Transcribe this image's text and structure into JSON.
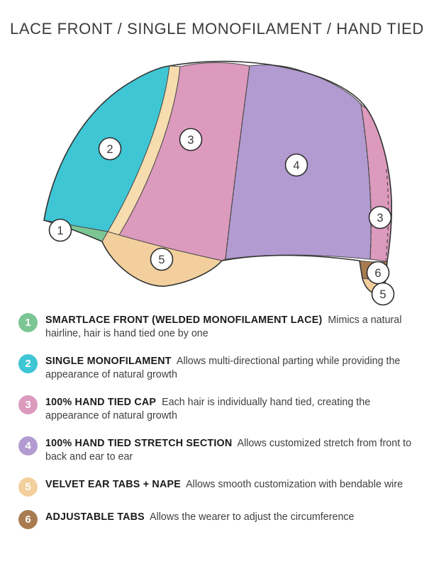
{
  "title": "LACE FRONT / SINGLE MONOFILAMENT / HAND TIED",
  "colors": {
    "green": "#7CC694",
    "teal": "#3EC6D4",
    "pink": "#DC9ABD",
    "purple": "#B29BD1",
    "tan": "#F2CF9D",
    "tan_light": "#F6DCAE",
    "brown": "#A87C50"
  },
  "diagram": {
    "markers": [
      {
        "num": "1"
      },
      {
        "num": "2"
      },
      {
        "num": "3"
      },
      {
        "num": "4"
      },
      {
        "num": "3"
      },
      {
        "num": "5"
      },
      {
        "num": "6"
      },
      {
        "num": "5"
      }
    ]
  },
  "legend": {
    "items": [
      {
        "num": "1",
        "color": "#7CC694",
        "title": "SMARTLACE FRONT (WELDED MONOFILAMENT LACE)",
        "desc": "Mimics a natural hairline, hair is hand tied one by one"
      },
      {
        "num": "2",
        "color": "#3EC6D4",
        "title": "SINGLE MONOFILAMENT",
        "desc": "Allows multi-directional parting while providing the appearance of natural growth"
      },
      {
        "num": "3",
        "color": "#DC9ABD",
        "title": "100% HAND TIED CAP",
        "desc": "Each hair is individually hand tied, creating the appearance of natural growth"
      },
      {
        "num": "4",
        "color": "#B29BD1",
        "title": "100% HAND TIED STRETCH SECTION",
        "desc": "Allows customized stretch from front to back and ear to ear"
      },
      {
        "num": "5",
        "color": "#F2CF9D",
        "title": "VELVET EAR TABS + NAPE",
        "desc": "Allows smooth customization with bendable wire"
      },
      {
        "num": "6",
        "color": "#A87C50",
        "title": "ADJUSTABLE TABS",
        "desc": "Allows the wearer to adjust the circumference"
      }
    ]
  }
}
